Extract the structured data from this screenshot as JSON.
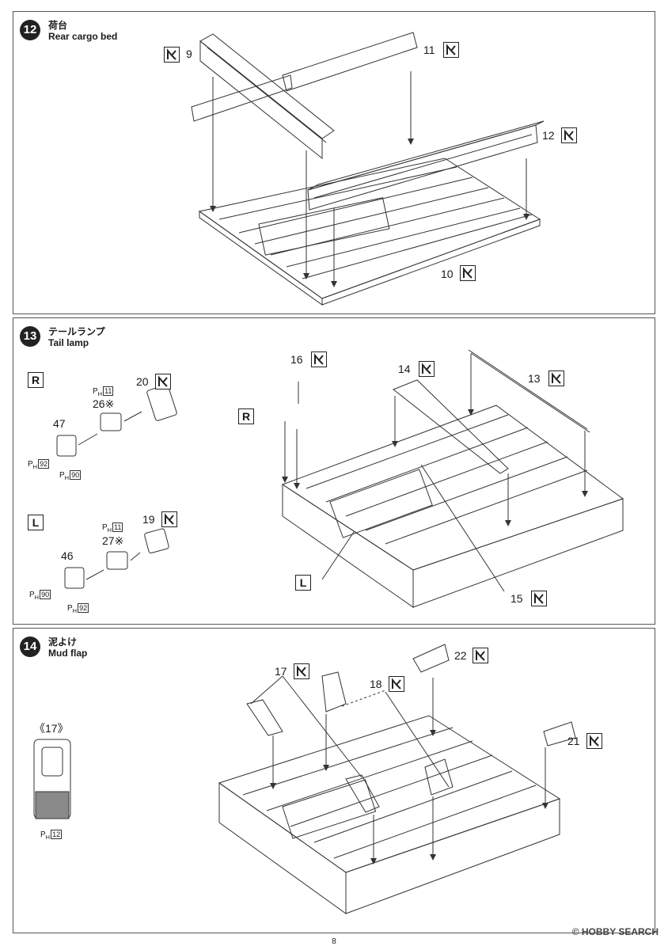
{
  "page_number": "8",
  "watermark": "© HOBBY SEARCH",
  "steps": [
    {
      "number": "12",
      "title_jp": "荷台",
      "title_en": "Rear cargo bed",
      "parts": [
        "9",
        "11",
        "12",
        "10"
      ]
    },
    {
      "number": "13",
      "title_jp": "テールランプ",
      "title_en": "Tail lamp",
      "parts": [
        "16",
        "14",
        "13",
        "20",
        "47",
        "26※",
        "19",
        "46",
        "27※",
        "15"
      ],
      "side_labels": [
        "R",
        "L",
        "R",
        "L"
      ],
      "paint_refs": [
        "11",
        "92",
        "90",
        "11",
        "90",
        "92"
      ]
    },
    {
      "number": "14",
      "title_jp": "泥よけ",
      "title_en": "Mud flap",
      "parts": [
        "17",
        "22",
        "18",
        "21"
      ],
      "detail_label": "《17》",
      "paint_refs": [
        "12"
      ]
    }
  ],
  "paint_prefix": "P",
  "paint_sub": "H"
}
